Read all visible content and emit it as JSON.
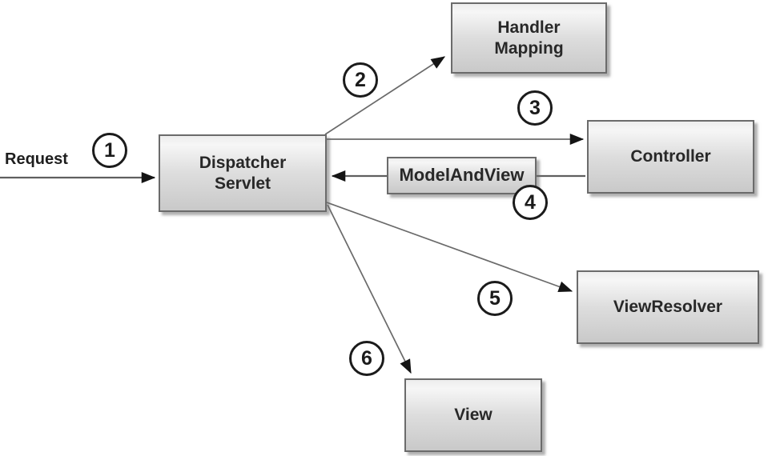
{
  "diagram": {
    "request_label": "Request",
    "boxes": [
      {
        "id": "dispatcher-servlet",
        "label": "Dispatcher\nServlet"
      },
      {
        "id": "handler-mapping",
        "label": "Handler\nMapping"
      },
      {
        "id": "controller",
        "label": "Controller"
      },
      {
        "id": "model-and-view",
        "label": "ModelAndView"
      },
      {
        "id": "view-resolver",
        "label": "ViewResolver"
      },
      {
        "id": "view",
        "label": "View"
      }
    ],
    "steps": [
      "1",
      "2",
      "3",
      "4",
      "5",
      "6"
    ],
    "edges": [
      {
        "step": "1",
        "from": "request",
        "to": "dispatcher-servlet"
      },
      {
        "step": "2",
        "from": "dispatcher-servlet",
        "to": "handler-mapping"
      },
      {
        "step": "3",
        "from": "dispatcher-servlet",
        "to": "controller"
      },
      {
        "step": "4",
        "from": "controller",
        "to": "dispatcher-servlet",
        "via": "model-and-view"
      },
      {
        "step": "5",
        "from": "dispatcher-servlet",
        "to": "view-resolver"
      },
      {
        "step": "6",
        "from": "dispatcher-servlet",
        "to": "view"
      }
    ],
    "colors": {
      "background": "#ffffff",
      "box_border": "#6b6b6b",
      "box_fill_light": "#f6f6f6",
      "box_fill_dark": "#c9c9c9",
      "box_shadow": "#787878",
      "line": "#6a6a6a",
      "arrowhead": "#141414",
      "text": "#282828",
      "circle_border": "#1b1b1b"
    }
  }
}
